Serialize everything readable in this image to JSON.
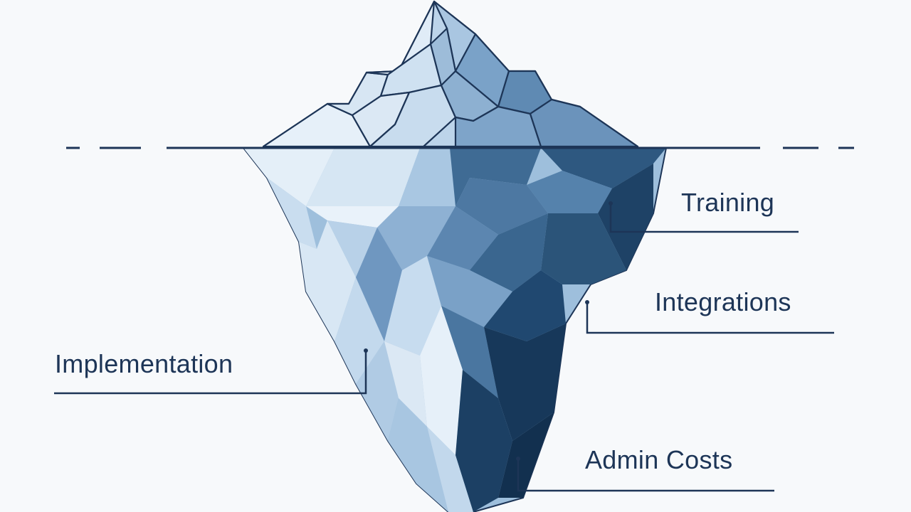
{
  "labels": {
    "training": "Training",
    "integrations": "Integrations",
    "implementation": "Implementation",
    "admin_costs": "Admin Costs"
  },
  "colors": {
    "background": "#f7f9fb",
    "ink": "#1d3557",
    "ice_light": "#dbe9f5",
    "ice_mid": "#8fb3d3",
    "ice_dark": "#2b5479",
    "ice_deep": "#1d3f5f"
  }
}
